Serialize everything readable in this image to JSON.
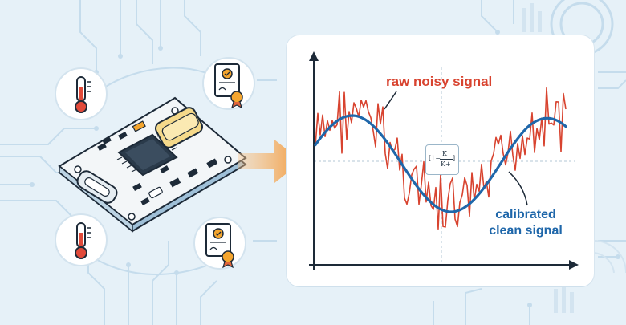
{
  "labels": {
    "raw": "raw noisy signal",
    "calibrated_line1": "calibrated",
    "calibrated_line2": "clean signal"
  },
  "formula": {
    "left": "[1−",
    "numerator": "K",
    "denominator": "K+",
    "right": "]"
  },
  "icons": [
    "thermometer-icon",
    "certificate-icon",
    "thermometer-icon",
    "certificate-icon",
    "circuit-board-icon",
    "arrow-right-icon"
  ],
  "colors": {
    "background": "#e6f1f8",
    "raw_signal": "#d8432f",
    "clean_signal": "#1f67aa",
    "arrow": "#f39a3a",
    "axis": "#1d2a38"
  }
}
